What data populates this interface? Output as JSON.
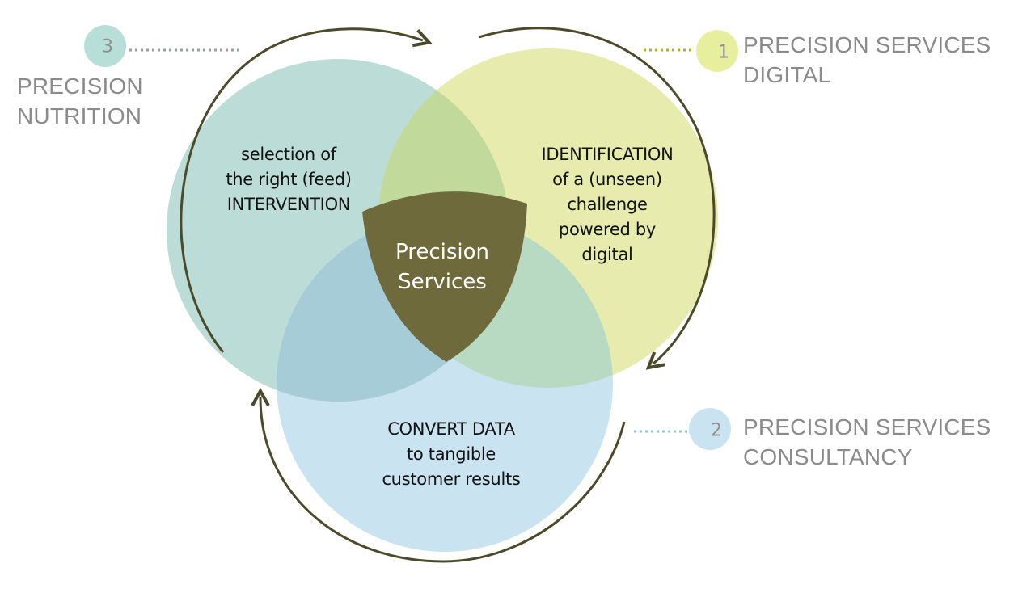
{
  "colors": {
    "nutrition": "#bcdcd8",
    "digital": "#e7ebae",
    "consultancy": "#c9e3f1",
    "overlap_nutrition_digital": "#c1d99b",
    "overlap_nutrition_consultancy": "#a6ccd7",
    "overlap_digital_consultancy": "#b8d9c2",
    "center": "#6e6a3c",
    "arrow": "#4b4a2a",
    "badge_nutrition": "#b7dfd7",
    "badge_digital": "#e7ef9f",
    "badge_consultancy": "#c9e3f1",
    "dots_nutrition": "#8fa1a0",
    "dots_digital": "#a9b426",
    "dots_consultancy": "#8cc3d5"
  },
  "legend": [
    {
      "number": "1",
      "label": "PRECISION SERVICES\nDIGITAL"
    },
    {
      "number": "2",
      "label": "PRECISION SERVICES\nCONSULTANCY"
    },
    {
      "number": "3",
      "label": "PRECISION\nNUTRITION"
    }
  ],
  "circles": {
    "nutrition_text": "selection  of\nthe right (feed)\nINTERVENTION",
    "digital_text": "IDENTIFICATION\nof a (unseen)\nchallenge\npowered by\ndigital",
    "consultancy_text": "CONVERT DATA\nto tangible\ncustomer results"
  },
  "center": {
    "label": "Precision\nServices"
  }
}
